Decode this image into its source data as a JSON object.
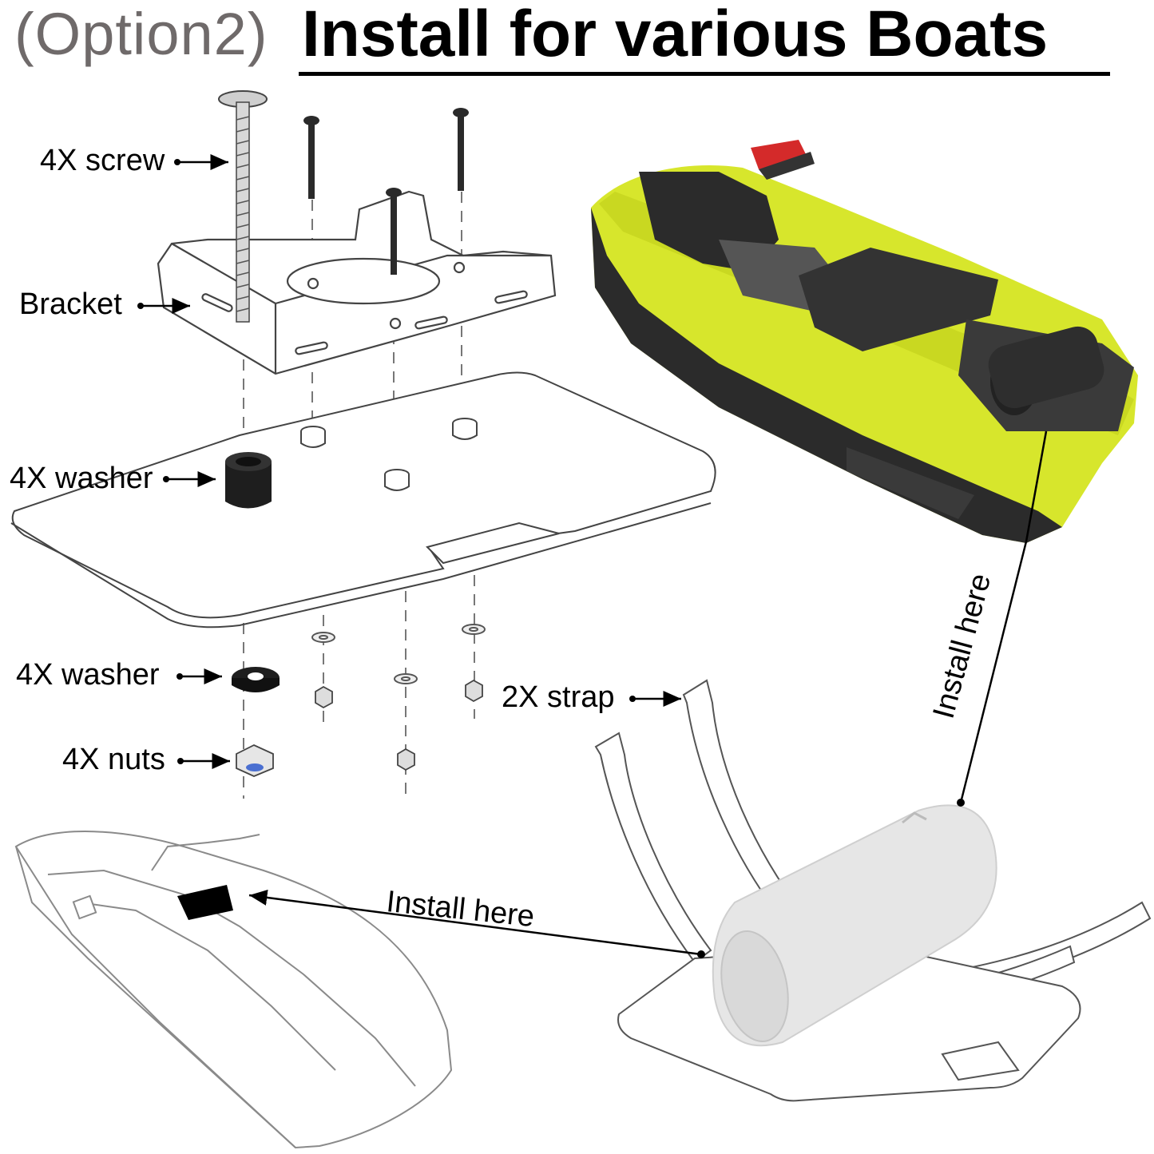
{
  "header": {
    "option_label": "(Option2)",
    "title": "Install for various Boats"
  },
  "parts": {
    "screw": "4X screw",
    "bracket": "Bracket",
    "washer_top": "4X washer",
    "washer_bottom": "4X washer",
    "nuts": "4X nuts",
    "strap": "2X strap"
  },
  "install": {
    "label_vertical": "Install here",
    "label_diagonal": "Install here"
  },
  "colors": {
    "jetski_body": "#d7e62c",
    "jetski_dark": "#2b2b2b",
    "accent_red": "#d42a2a",
    "speaker_gray": "#e3e3e3",
    "line_art": "#555555"
  }
}
